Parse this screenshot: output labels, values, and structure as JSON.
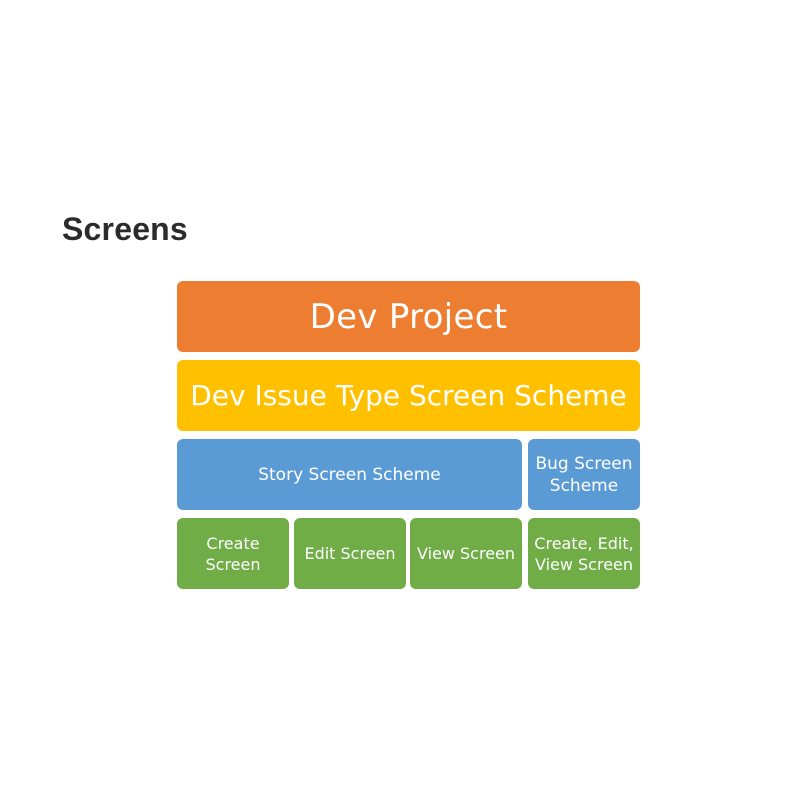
{
  "slide": {
    "title": "Screens"
  },
  "diagram": {
    "project": "Dev Project",
    "issue_type_screen_scheme": "Dev Issue Type Screen Scheme",
    "story_screen_scheme": "Story Screen Scheme",
    "bug_screen_scheme": "Bug Screen\nScheme",
    "create_screen": "Create\nScreen",
    "edit_screen": "Edit Screen",
    "view_screen": "View Screen",
    "create_edit_view_screen": "Create, Edit,\nView Screen"
  },
  "colors": {
    "project": "#ed7d31",
    "scheme": "#ffc000",
    "screen_scheme": "#5b9bd5",
    "screen": "#70ad47"
  }
}
